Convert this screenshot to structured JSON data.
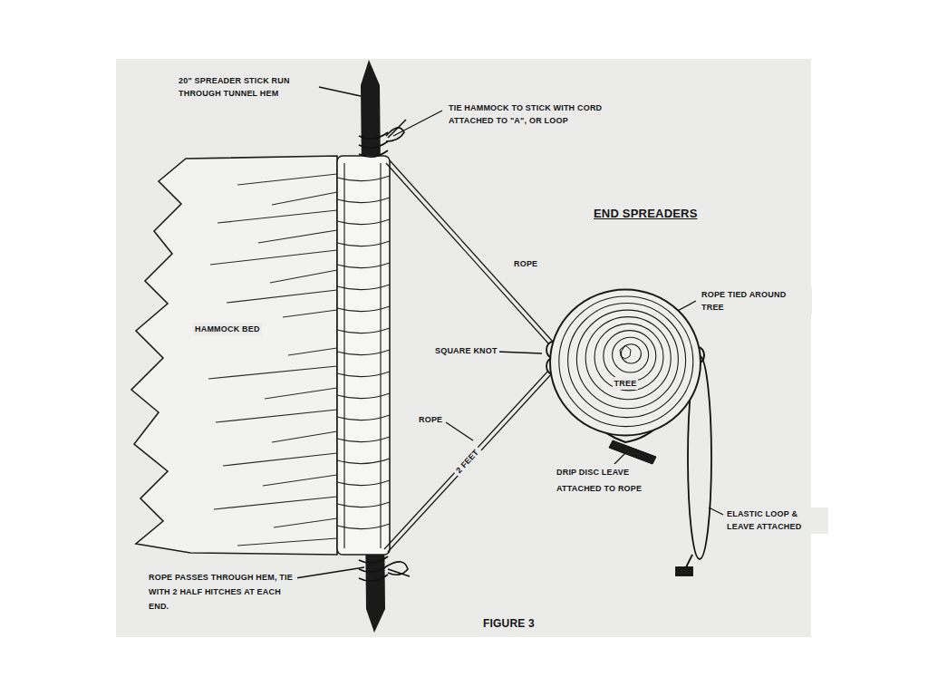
{
  "diagram": {
    "title": "END SPREADERS",
    "caption": "FIGURE 3",
    "nodes": [
      {
        "text": [
          "TREE"
        ]
      }
    ],
    "labels": [
      "20\" SPREADER STICK RUN THROUGH TUNNEL HEM",
      "TIE HAMMOCK TO STICK WITH CORD ATTACHED TO \"A\", OR LOOP",
      "ROPE",
      "ROPE TIED AROUND TREE",
      "HAMMOCK BED",
      "SQUARE KNOT",
      "ROPE",
      "2 FEET",
      "DRIP DISC LEAVE ATTACHED TO ROPE",
      "ELASTIC LOOP & LEAVE ATTACHED",
      "ROPE PASSES THROUGH HEM, TIE WITH 2 HALF HITCHES AT EACH END."
    ]
  }
}
